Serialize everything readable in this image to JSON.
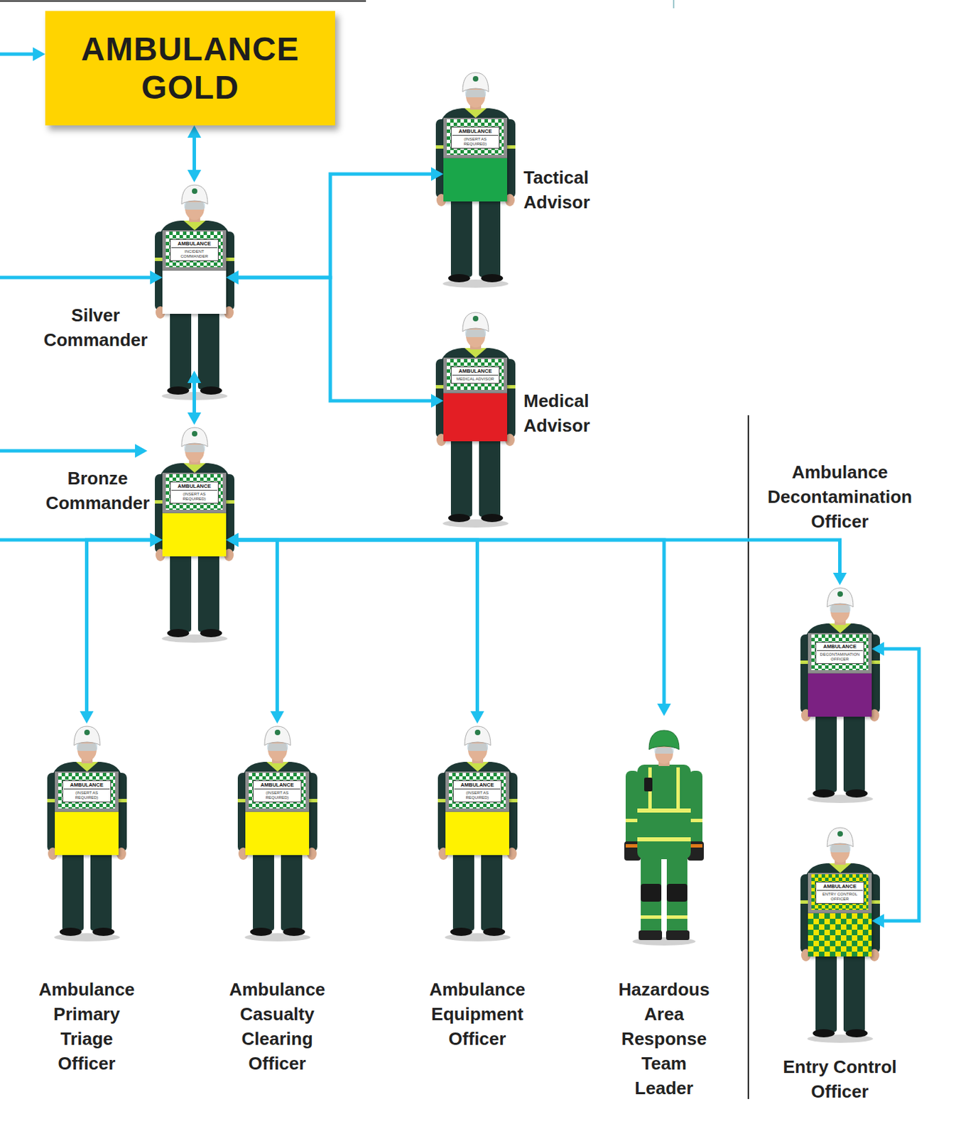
{
  "diagram": {
    "nodes": [
      {
        "text": [
          "AMBULANCE GOLD"
        ]
      },
      {
        "text": [
          "Silver Commander",
          "AMBULANCE",
          "INCIDENT COMMANDER"
        ]
      },
      {
        "text": [
          "Tactical Advisor",
          "AMBULANCE",
          "(INSERT AS REQUIRED)"
        ]
      },
      {
        "text": [
          "Medical Advisor",
          "AMBULANCE",
          "MEDICAL ADVISOR"
        ]
      },
      {
        "text": [
          "Bronze Commander",
          "AMBULANCE",
          "(INSERT AS REQUIRED)"
        ]
      },
      {
        "text": [
          "Ambulance Decontamination Officer",
          "AMBULANCE",
          "DECONTAMINATION OFFICER"
        ]
      },
      {
        "text": [
          "Ambulance Primary Triage Officer",
          "AMBULANCE",
          "(INSERT AS REQUIRED)"
        ]
      },
      {
        "text": [
          "Ambulance Casualty Clearing Officer",
          "AMBULANCE",
          "(INSERT AS REQUIRED)"
        ]
      },
      {
        "text": [
          "Ambulance Equipment Officer",
          "AMBULANCE",
          "(INSERT AS REQUIRED)"
        ]
      },
      {
        "text": [
          "Hazardous Area Response Team Leader"
        ]
      },
      {
        "text": [
          "Entry Control Officer",
          "AMBULANCE",
          "ENTRY CONTROL OFFICER"
        ]
      }
    ],
    "edges": [
      {
        "from": 0,
        "to": 1,
        "arrow": "both"
      },
      {
        "from": 1,
        "to": 2,
        "arrow": "both"
      },
      {
        "from": 1,
        "to": 3,
        "arrow": "both"
      },
      {
        "from": 1,
        "to": 4,
        "arrow": "both"
      },
      {
        "from": 4,
        "to": 6,
        "arrow": "both"
      },
      {
        "from": 4,
        "to": 7,
        "arrow": "both"
      },
      {
        "from": 4,
        "to": 8,
        "arrow": "both"
      },
      {
        "from": 4,
        "to": 9,
        "arrow": "both"
      },
      {
        "from": 4,
        "to": 5,
        "arrow": "both"
      },
      {
        "from": 5,
        "to": 10,
        "arrow": "both"
      }
    ]
  }
}
